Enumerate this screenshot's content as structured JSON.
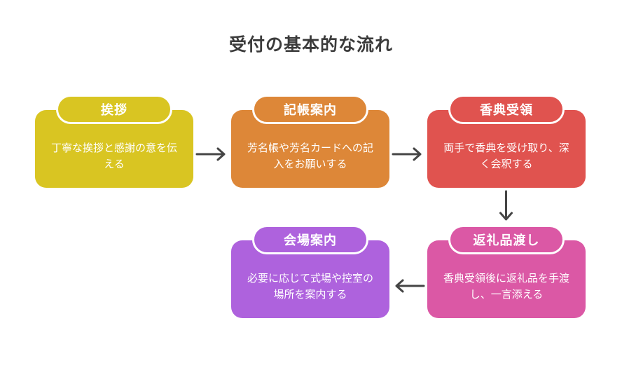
{
  "title": "受付の基本的な流れ",
  "colors": {
    "yellow": "#d9c522",
    "orange": "#dd8738",
    "red": "#e0534f",
    "pink": "#db58a5",
    "purple": "#ae62dd",
    "arrow": "#454545",
    "title_text": "#3b3b3b",
    "node_text": "#ffffff",
    "background": "#ffffff"
  },
  "steps": [
    {
      "label": "挨拶",
      "description": [
        "丁寧な挨拶と感謝の意を伝",
        "える"
      ],
      "color": "#d9c522"
    },
    {
      "label": "記帳案内",
      "description": [
        "芳名帳や芳名カードへの記",
        "入をお願いする"
      ],
      "color": "#dd8738"
    },
    {
      "label": "香典受領",
      "description": [
        "両手で香典を受け取り、深",
        "く会釈する"
      ],
      "color": "#e0534f"
    },
    {
      "label": "返礼品渡し",
      "description": [
        "香典受領後に返礼品を手渡",
        "し、一言添える"
      ],
      "color": "#db58a5"
    },
    {
      "label": "会場案内",
      "description": [
        "必要に応じて式場や控室の",
        "場所を案内する"
      ],
      "color": "#ae62dd"
    }
  ],
  "connections": [
    {
      "from": "挨拶",
      "to": "記帳案内",
      "direction": "right"
    },
    {
      "from": "記帳案内",
      "to": "香典受領",
      "direction": "right"
    },
    {
      "from": "香典受領",
      "to": "返礼品渡し",
      "direction": "down"
    },
    {
      "from": "返礼品渡し",
      "to": "会場案内",
      "direction": "left"
    }
  ]
}
